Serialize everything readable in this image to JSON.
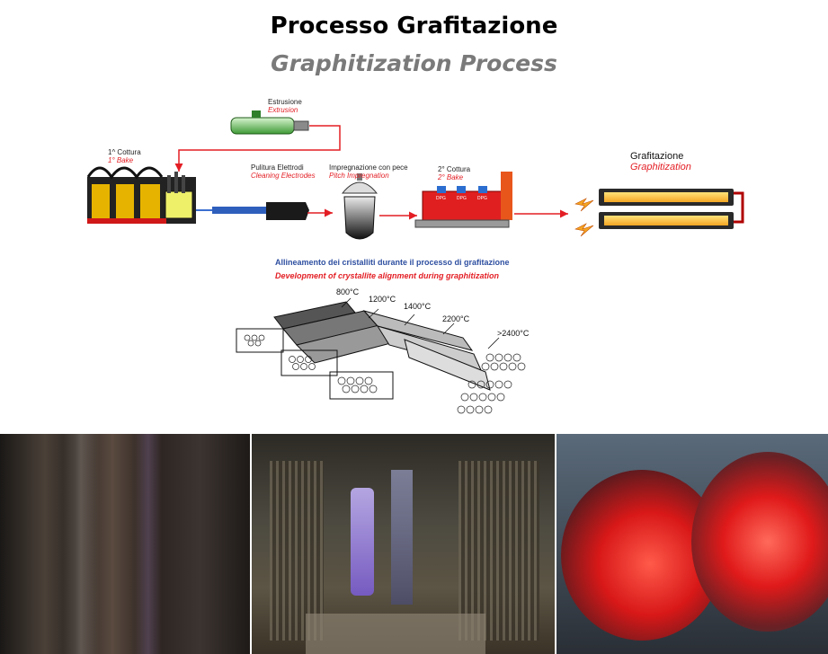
{
  "title": {
    "it": "Processo Grafitazione",
    "en": "Graphitization Process"
  },
  "steps": [
    {
      "it": "1^ Cottura",
      "en": "1° Bake"
    },
    {
      "it": "Estrusione",
      "en": "Extrusion"
    },
    {
      "it": "Pulitura Elettrodi",
      "en": "Cleaning Electrodes"
    },
    {
      "it": "Impregnazione con pece",
      "en": "Pitch Impregnation"
    },
    {
      "it": "2° Cottura",
      "en": "2° Bake"
    },
    {
      "it": "Grafitazione",
      "en": "Graphitization"
    }
  ],
  "crystallite": {
    "caption_it": "Allineamento dei cristalliti durante il processo di grafitazione",
    "caption_en": "Development of crystallite alignment during graphitization",
    "temperatures": [
      "800°C",
      "1200°C",
      "1400°C",
      "2200°C",
      ">2400°C"
    ]
  },
  "kiln_tags": [
    "DPG",
    "DPG",
    "DPG"
  ],
  "colors": {
    "accent_red": "#e31e24",
    "caption_blue": "#2e4fa0",
    "title_gray": "#7a7a7a"
  }
}
